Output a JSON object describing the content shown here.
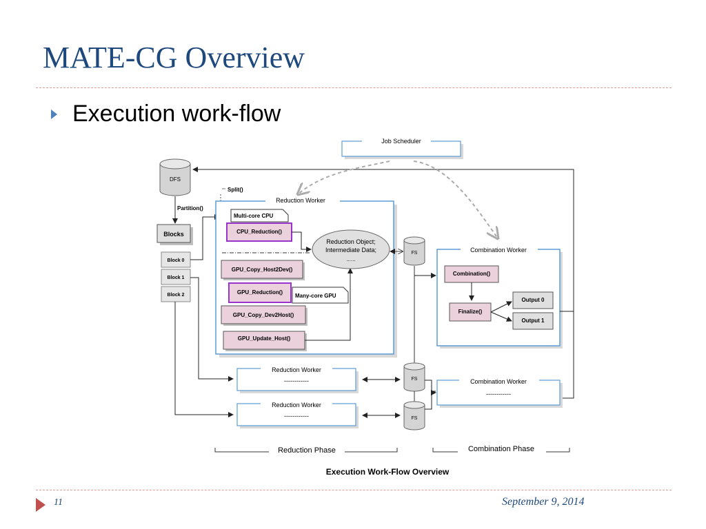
{
  "slide": {
    "title": "MATE-CG Overview",
    "bullet": "Execution work-flow",
    "footer_number": "11",
    "footer_date": "September 9, 2014"
  },
  "colors": {
    "title": "#1f497d",
    "bullet": "#4f81bd",
    "accent": "#c0504d",
    "box_blue": "#5b9bd5",
    "purple": "#9933cc",
    "box_fill": "#ead1dc"
  },
  "diagram": {
    "job_scheduler": "Job Scheduler",
    "dfs": "DFS",
    "partition": "Partition()",
    "split": "Split()",
    "blocks": "Blocks",
    "block_items": [
      "Block 0",
      "Block 1",
      "Block 2"
    ],
    "reduction_worker": "Reduction Worker",
    "multi_core_cpu": "Multi-core CPU",
    "many_core_gpu": "Many-core GPU",
    "cpu_reduction": "CPU_Reduction()",
    "gpu_copy_h2d": "GPU_Copy_Host2Dev()",
    "gpu_reduction": "GPU_Reduction()",
    "gpu_copy_d2h": "GPU_Copy_Dev2Host()",
    "gpu_update": "GPU_Update_Host()",
    "reduction_object": [
      "Reduction Object;",
      "Intermediate Data;",
      "......"
    ],
    "fs": "FS",
    "combination_worker": "Combination Worker",
    "combination": "Combination()",
    "finalize": "Finalize()",
    "output_0": "Output 0",
    "output_1": "Output 1",
    "dashes": "------------",
    "reduction_phase": "Reduction Phase",
    "combination_phase": "Combination Phase",
    "caption": "Execution Work-Flow Overview"
  }
}
